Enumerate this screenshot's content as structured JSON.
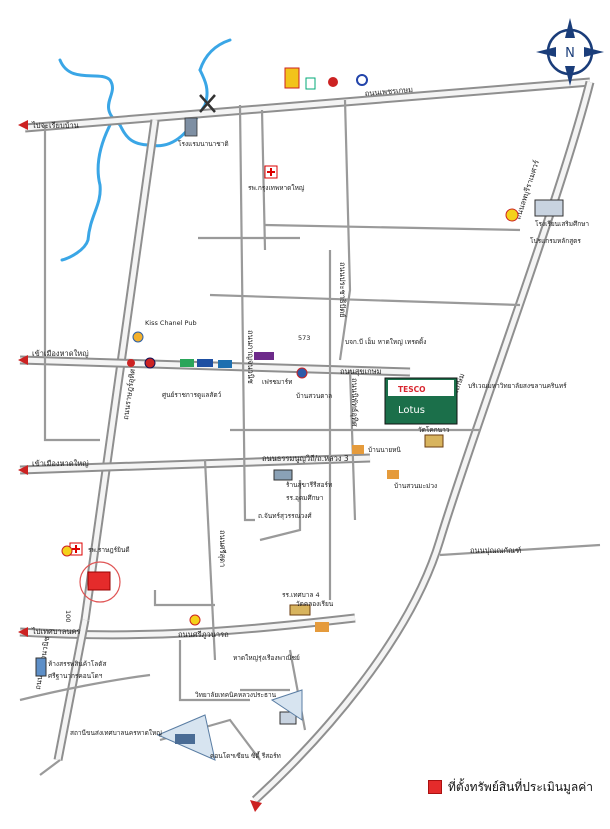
{
  "legend": {
    "label": "ที่ตั้งทรัพย์สินที่ประเมินมูลค่า",
    "color": "#e52b2b"
  },
  "compass": {
    "letter": "N"
  },
  "roads": {
    "phetkasem": "ถนนเพชรเกษม",
    "thesaban1": "ถนนเทศบาล 1",
    "rat_uthit": "ถนนราษฎร์อุทิศ",
    "kanchanavanich": "ถนนกาญจนวนิช",
    "prachathipat": "ถนนประชาธิปัตย์",
    "sukkasem": "ถนนสุขเกษม",
    "thammanoonwithi": "ถนนธรรมนูญวิถี/ถ.หลวง 3",
    "niphat": "ถนนนิพัทธ์อุทิศ",
    "srisuda": "ถนนศรีสุดา",
    "siphumphaeng": "ถนนศรีภูวนารถ",
    "to_bypass": "ถนนปุณณกัณฑ์",
    "main_right": "ถนนลพบุรีราเมศวร์",
    "to_south": "ถนนเพชรเกษม",
    "to_thungsong": "ถนนกาญจนวนิช"
  },
  "directions": {
    "to_kohyai": "ไปจะเรียบบ้าน",
    "to_hatyai1": "เข้าเมืองหาดใหญ่",
    "to_hatyai2": "เข้าเมืองหาดใหญ่",
    "to_city": "ไปเทศบาลนคร"
  },
  "places": {
    "hotel": "โรงแรมนานาชาติ",
    "bangkok_hosp": "รพ.กรุงเทพหาดใหญ่",
    "school_top": "โรงเรียนเสริมศึกษา",
    "sports": "โปรแกรมหลักสูตร",
    "kiss_pub": "Kiss Chanel Pub",
    "office": "ศูนย์ราชการดูแลสัตว์",
    "fresh_market": "เฟรชมาร์ท",
    "ban_suan": "บ้านสวนตาล",
    "tesco_l1": "TESCO",
    "tesco_l2": "Lotus",
    "university": "บริเวณมหาวิทยาลัยสงขลานครินทร์",
    "mall": "บจก.บี เอ็ม หาดใหญ่ เทรดดิ้ง",
    "km573": "573",
    "ban_nai": "บ้านนายหนิ",
    "temple1": "วัดโคกนาว",
    "ban_suan2": "บ้านสวนมะม่วง",
    "shop1": "ร้านสุขารีรีสอร์ท",
    "school2": "รร.อุดมศึกษา",
    "jansuk": "ถ.จันทร์สุวรรณวงศ์",
    "hospital_red": "รพ.ราษฎร์ยินดี",
    "km100": "100",
    "school3": "รร.เทศบาล 4",
    "temple2": "วัดคลองเรียน",
    "market": "ห้างสรรพสินค้าโลตัส",
    "mall2": "ศรีฐานากรคอนโดฯ",
    "hatyai_shop": "หาดใหญ่รุ่งเรืองพาณิชย์",
    "college": "วิทยาลัยเทคนิคหลวงประธาน",
    "bus": "สถานีขนส่งเทศบาลนครหาดใหญ่",
    "condo": "คอนโดฯเซียน ซิตี้ รีสอร์ท"
  }
}
